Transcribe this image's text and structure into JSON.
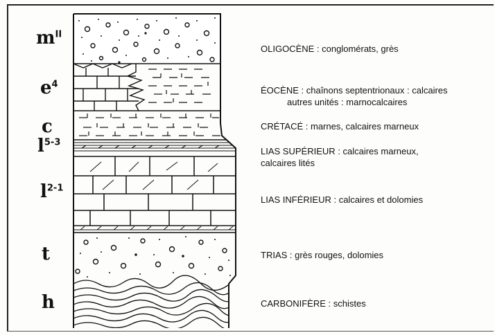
{
  "column": {
    "units": [
      {
        "id": "oligocene",
        "symbol": "m",
        "symbol_sup": "II",
        "lines": [
          "OLIGOCÈNE : conglomérats, grès"
        ]
      },
      {
        "id": "eocene",
        "symbol": "e",
        "symbol_sup": "4",
        "lines": [
          "ÉOCÈNE : chaînons septentrionaux : calcaires",
          "autres unités : marnocalcaires"
        ]
      },
      {
        "id": "cretace",
        "symbol": "c",
        "symbol_sup": "",
        "lines": [
          "CRÉTACÉ : marnes, calcaires marneux"
        ]
      },
      {
        "id": "lias-sup",
        "symbol": "l",
        "symbol_sup": "5-3",
        "lines": [
          "LIAS SUPÉRIEUR : calcaires marneux,",
          "calcaires lités"
        ]
      },
      {
        "id": "lias-inf",
        "symbol": "l",
        "symbol_sup": "2-1",
        "lines": [
          "LIAS INFÉRIEUR : calcaires et dolomies"
        ]
      },
      {
        "id": "trias",
        "symbol": "t",
        "symbol_sup": "",
        "lines": [
          "TRIAS : grès rouges, dolomies"
        ]
      },
      {
        "id": "carbonifere",
        "symbol": "h",
        "symbol_sup": "",
        "lines": [
          "CARBONIFÈRE : schistes"
        ]
      }
    ]
  }
}
